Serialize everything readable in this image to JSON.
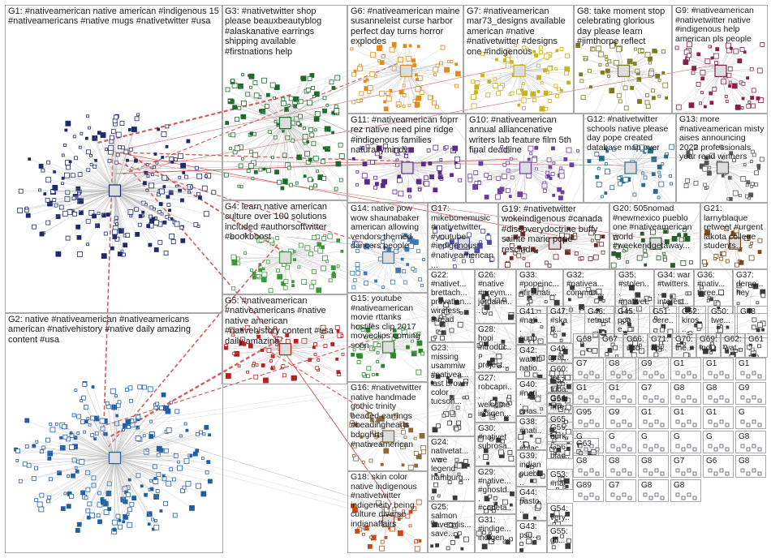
{
  "diagram": {
    "groups": [
      {
        "id": "G1",
        "label": "G1: #nativeamerican native american #indigenous 15 #nativeamericans #native mugs #nativetwitter #usa",
        "color": "#1f2a6b"
      },
      {
        "id": "G2",
        "label": "G2: native #nativeamerican #nativeamericans american #nativehistory #native daily amazing content #usa",
        "color": "#1f5fa8"
      },
      {
        "id": "G3",
        "label": "G3: #nativetwitter shop please beauxbeautyblog #alaskanative earrings shipping available #firstnations help",
        "color": "#1d6b2b"
      },
      {
        "id": "G4",
        "label": "G4: learn native american culture over 100 solutions included #authorsoftwitter #bookboost",
        "color": "#3a9a3a"
      },
      {
        "id": "G5",
        "label": "G5: #nativeamerican #nativeamericans #native native american #nativehistory content #usa daily amazing",
        "color": "#b81e1e"
      },
      {
        "id": "G6",
        "label": "G6: #nativeamerican maine susanneleist curse harbor perfect day turns horror explodes",
        "color": "#e38a1a"
      },
      {
        "id": "G7",
        "label": "G7: #nativeamerican mar73_designs available american #native #nativetwitter #designs one #indigenous",
        "color": "#c9b21e"
      },
      {
        "id": "G8",
        "label": "G8: take moment stop celebrating glorious day please learn #jimthorpe reflect",
        "color": "#7a7a1a"
      },
      {
        "id": "G9",
        "label": "G9: #nativeamerican #nativetwitter native #indigenous help american pls people",
        "color": "#8a1e4a"
      },
      {
        "id": "G10",
        "label": "G10: #nativeamerican annual alliancenative writers lab feature film 5th final deadline",
        "color": "#6b3fa0"
      },
      {
        "id": "G11",
        "label": "G11: #nativeamerican foprr rez native need pine ridge #indigenous families naturallymindy",
        "color": "#5a2a8a"
      },
      {
        "id": "G12",
        "label": "G12: #nativetwitter schools native please day pope created database map over",
        "color": "#2a6b8a"
      },
      {
        "id": "G13",
        "label": "G13: more #nativeamerican misty aises announcing 2022 professionals year read winners",
        "color": "#555555"
      },
      {
        "id": "G14",
        "label": "G14: native pow wow shaunabaker american allowing vendors themed dancers people",
        "color": "#3a7ab8"
      },
      {
        "id": "G15",
        "label": "G15: youtube #nativeamerican movie rttanks hostiles clip 2017 movieclips coming soon",
        "color": "#2a8a2a"
      },
      {
        "id": "G16",
        "label": "G16: #nativetwitter native handmade gothic trinity beaded earrings #beadinghearts bdnghrts #nativeamerican",
        "color": "#8a6a3a"
      },
      {
        "id": "G17",
        "label": "G17: mikebonemusic #nativetwitter #youtube #indigenous #nativeamerican...",
        "color": "#4a4a9a"
      },
      {
        "id": "G18",
        "label": "G18: skin color native indigenous #nativetwitter indigeneity being culture diverse indianaffairs",
        "color": "#c04a1a"
      },
      {
        "id": "G19",
        "label": "G19: #nativetwitter wokeindigenous #canada #discoverydoctrine buffy sainte marie pope rescind...",
        "color": "#6a2a2a"
      },
      {
        "id": "G20",
        "label": "G20: 505nomad #newmexico pueblo one #nativeamerican world #weekendgetaway...",
        "color": "#2a5a2a"
      },
      {
        "id": "G21",
        "label": "G21: larnyblaque retweet #urgent lakota college students...",
        "color": "#7a4a1a"
      },
      {
        "id": "G22",
        "label": "G22: #nativet... brettach... provatlan... wireless thread",
        "color": "#3a3a3a"
      },
      {
        "id": "G23",
        "label": "G23: missing usammiw #nativea... last brown color tucson...",
        "color": "#3a3a3a"
      },
      {
        "id": "G24",
        "label": "G24: nativetat... wwe legend hamburg...",
        "color": "#3a3a3a"
      },
      {
        "id": "G25",
        "label": "G25: salmon savecalis... save...",
        "color": "#3a3a3a"
      },
      {
        "id": "G26",
        "label": "G26: #native #preym... jordanm...",
        "color": "#3a3a3a"
      },
      {
        "id": "G27",
        "label": "G27: robcapri... welcome indigen...",
        "color": "#3a3a3a"
      },
      {
        "id": "G28",
        "label": "G28: hopi introduc... project...",
        "color": "#3a3a3a"
      },
      {
        "id": "G29",
        "label": "G29: #native... #ghostd... #codeta...",
        "color": "#3a3a3a"
      },
      {
        "id": "G30",
        "label": "G30: #nativet subrosa...",
        "color": "#3a3a3a"
      },
      {
        "id": "G31",
        "label": "G31: #indige... indigen...",
        "color": "#3a3a3a"
      },
      {
        "id": "G32",
        "label": "G32: #nativea... commun...",
        "color": "#3a3a3a"
      },
      {
        "id": "G33",
        "label": "G33: #popeinc... #firstnati...",
        "color": "#3a3a3a"
      },
      {
        "id": "G34",
        "label": "G34: war #twitters... interest...",
        "color": "#3a3a3a"
      },
      {
        "id": "G35",
        "label": "G35: #stolen... #nativet...",
        "color": "#3a3a3a"
      },
      {
        "id": "G36",
        "label": "G36: #nativ... three...",
        "color": "#3a3a3a"
      },
      {
        "id": "G37",
        "label": "G37: demo... hey",
        "color": "#3a3a3a"
      },
      {
        "id": "G38",
        "label": "G38: #nati... #blac...",
        "color": "#3a3a3a"
      },
      {
        "id": "G39",
        "label": "G39: indian puebl...",
        "color": "#3a3a3a"
      },
      {
        "id": "G40",
        "label": "G40: #nati... anas...",
        "color": "#3a3a3a"
      },
      {
        "id": "G41",
        "label": "G41: #nati... supp...",
        "color": "#3a3a3a"
      },
      {
        "id": "G42",
        "label": "G42: watch natio...",
        "color": "#3a3a3a"
      },
      {
        "id": "G43",
        "label": "G43: psu...",
        "color": "#3a3a3a"
      },
      {
        "id": "G44",
        "label": "G44: pasto...",
        "color": "#3a3a3a"
      },
      {
        "id": "G45",
        "label": "G45: pope...",
        "color": "#3a3a3a"
      },
      {
        "id": "G46",
        "label": "G46: retrust",
        "color": "#3a3a3a"
      },
      {
        "id": "G47",
        "label": "G47: #skati...",
        "color": "#3a3a3a"
      },
      {
        "id": "G48",
        "label": "G48",
        "color": "#3a3a3a"
      },
      {
        "id": "G49",
        "label": "G49: grat...",
        "color": "#3a3a3a"
      },
      {
        "id": "G50",
        "label": "G50: twe...",
        "color": "#3a3a3a"
      },
      {
        "id": "G51",
        "label": "G51: oere...",
        "color": "#3a3a3a"
      },
      {
        "id": "G52",
        "label": "G52: kiros...",
        "color": "#3a3a3a"
      },
      {
        "id": "G53",
        "label": "G53: #nat...",
        "color": "#3a3a3a"
      },
      {
        "id": "G54",
        "label": "G54: very...",
        "color": "#3a3a3a"
      },
      {
        "id": "G55",
        "label": "G55: gli...",
        "color": "#3a3a3a"
      },
      {
        "id": "G56",
        "label": "G56: blac...",
        "color": "#3a3a3a"
      },
      {
        "id": "G57",
        "label": "G57: triba...",
        "color": "#3a3a3a"
      },
      {
        "id": "G58",
        "label": "G58: #no...",
        "color": "#3a3a3a"
      },
      {
        "id": "G59",
        "label": "G59: berk...",
        "color": "#3a3a3a"
      },
      {
        "id": "G60",
        "label": "G60: tot...",
        "color": "#3a3a3a"
      },
      {
        "id": "G61",
        "label": "G61: #in...",
        "color": "#3a3a3a"
      },
      {
        "id": "G62",
        "label": "G62: wat...",
        "color": "#3a3a3a"
      },
      {
        "id": "G63",
        "label": "G63",
        "color": "#3a3a3a"
      },
      {
        "id": "G64",
        "label": "G64: #fre...",
        "color": "#3a3a3a"
      },
      {
        "id": "G65",
        "label": "G65",
        "color": "#3a3a3a"
      },
      {
        "id": "G66",
        "label": "G66: upd...",
        "color": "#3a3a3a"
      },
      {
        "id": "G67",
        "label": "G67",
        "color": "#3a3a3a"
      },
      {
        "id": "G68",
        "label": "G68",
        "color": "#3a3a3a"
      },
      {
        "id": "G69",
        "label": "G69: indi...",
        "color": "#3a3a3a"
      },
      {
        "id": "G70",
        "label": "G70: the...",
        "color": "#3a3a3a"
      },
      {
        "id": "G71",
        "label": "G71: apr...",
        "color": "#3a3a3a"
      }
    ],
    "small_labels": [
      "G7",
      "G8",
      "G9",
      "G1",
      "G1",
      "G1",
      "G1",
      "G1",
      "G7",
      "G8",
      "G8",
      "G9",
      "G95",
      "G9",
      "G1",
      "G1",
      "G1",
      "G",
      "G",
      "G",
      "G",
      "G",
      "G",
      "G8",
      "G8",
      "G8",
      "G8",
      "G7",
      "G6",
      "G8",
      "G89",
      "G7",
      "G8",
      "G8"
    ]
  }
}
